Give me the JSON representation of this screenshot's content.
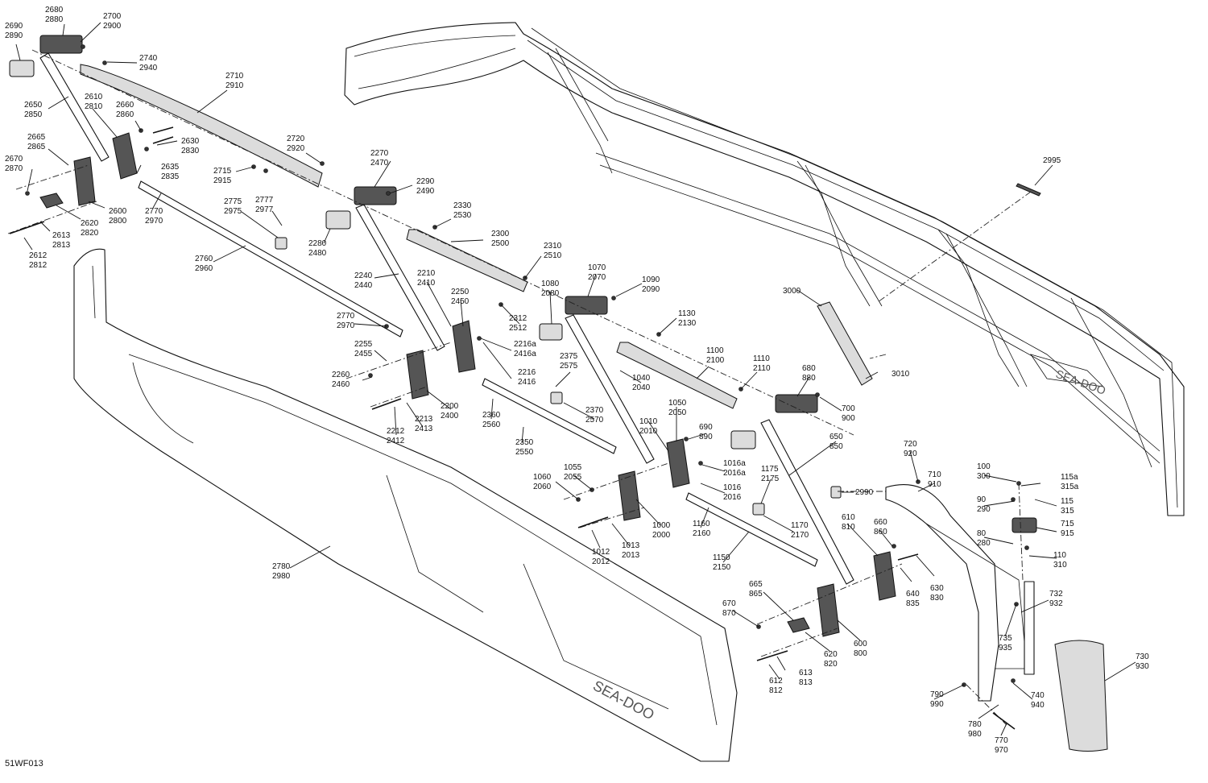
{
  "diagram_code": "51WF013",
  "callouts": [
    [
      "2680",
      "2880"
    ],
    [
      "2700",
      "2900"
    ],
    [
      "2690",
      "2890"
    ],
    [
      "2740",
      "2940"
    ],
    [
      "2710",
      "2910"
    ],
    [
      "2650",
      "2850"
    ],
    [
      "2610",
      "2810"
    ],
    [
      "2660",
      "2860"
    ],
    [
      "2665",
      "2865"
    ],
    [
      "2630",
      "2830"
    ],
    [
      "2670",
      "2870"
    ],
    [
      "2635",
      "2835"
    ],
    [
      "2720",
      "2920"
    ],
    [
      "2715",
      "2915"
    ],
    [
      "2270",
      "2470"
    ],
    [
      "2290",
      "2490"
    ],
    [
      "2600",
      "2800"
    ],
    [
      "2770",
      "2970"
    ],
    [
      "2620",
      "2820"
    ],
    [
      "2775",
      "2975"
    ],
    [
      "2777",
      "2977"
    ],
    [
      "2613",
      "2813"
    ],
    [
      "2612",
      "2812"
    ],
    [
      "2280",
      "2480"
    ],
    [
      "2330",
      "2530"
    ],
    [
      "2760",
      "2960"
    ],
    [
      "2300",
      "2500"
    ],
    [
      "2310",
      "2510"
    ],
    [
      "2240",
      "2440"
    ],
    [
      "2210",
      "2410"
    ],
    [
      "1070",
      "2070"
    ],
    [
      "1090",
      "2090"
    ],
    [
      "1080",
      "2080"
    ],
    [
      "2250",
      "2450"
    ],
    [
      "2312",
      "2512"
    ],
    [
      "2770",
      "2970"
    ],
    [
      "2216a",
      "2416a"
    ],
    [
      "2255",
      "2455"
    ],
    [
      "1130",
      "2130"
    ],
    [
      "2216",
      "2416"
    ],
    [
      "2260",
      "2460"
    ],
    [
      "2375",
      "2575"
    ],
    [
      "1100",
      "2100"
    ],
    [
      "1110",
      "2110"
    ],
    [
      "1040",
      "2040"
    ],
    [
      "680",
      "880"
    ],
    [
      "2200",
      "2400"
    ],
    [
      "2360",
      "2560"
    ],
    [
      "2370",
      "2570"
    ],
    [
      "2212",
      "2412"
    ],
    [
      "2213",
      "2413"
    ],
    [
      "1050",
      "2050"
    ],
    [
      "700",
      "900"
    ],
    [
      "1010",
      "2010"
    ],
    [
      "690",
      "890"
    ],
    [
      "650",
      "850"
    ],
    [
      "2350",
      "2550"
    ],
    [
      "1016a",
      "2016a"
    ],
    [
      "720",
      "920"
    ],
    [
      "1055",
      "2055"
    ],
    [
      "1175",
      "2175"
    ],
    [
      "1060",
      "2060"
    ],
    [
      "1016",
      "2016"
    ],
    [
      "100",
      "300"
    ],
    [
      "710",
      "910"
    ],
    [
      "115a",
      "315a"
    ],
    [
      "90",
      "290"
    ],
    [
      "115",
      "315"
    ],
    [
      "1000",
      "2000"
    ],
    [
      "610",
      "810"
    ],
    [
      "1012",
      "2012"
    ],
    [
      "1013",
      "2013"
    ],
    [
      "1160",
      "2160"
    ],
    [
      "1170",
      "2170"
    ],
    [
      "660",
      "860"
    ],
    [
      "715",
      "915"
    ],
    [
      "80",
      "280"
    ],
    [
      "1150",
      "2150"
    ],
    [
      "110",
      "310"
    ],
    [
      "2780",
      "2980"
    ],
    [
      "630",
      "830"
    ],
    [
      "665",
      "865"
    ],
    [
      "640",
      "835"
    ],
    [
      "732",
      "932"
    ],
    [
      "670",
      "870"
    ],
    [
      "600",
      "800"
    ],
    [
      "620",
      "820"
    ],
    [
      "735",
      "935"
    ],
    [
      "613",
      "813"
    ],
    [
      "730",
      "930"
    ],
    [
      "612",
      "812"
    ],
    [
      "740",
      "940"
    ],
    [
      "790",
      "990"
    ],
    [
      "780",
      "980"
    ],
    [
      "770",
      "970"
    ],
    [
      "3000"
    ],
    [
      "3010"
    ],
    [
      "2995"
    ],
    [
      "2990"
    ]
  ]
}
